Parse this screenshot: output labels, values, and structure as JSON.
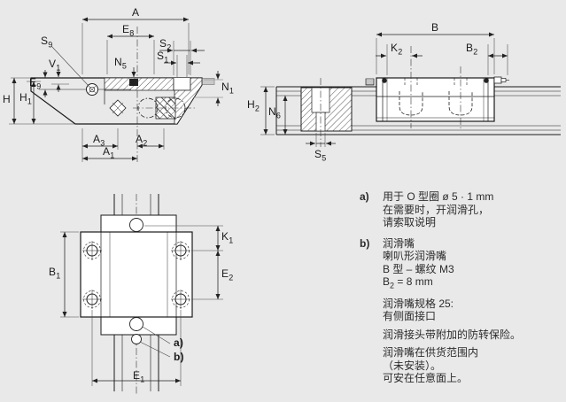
{
  "drawing": {
    "background": "#e9e9e9",
    "line_color": "#222222",
    "part_fill": "#ffffff",
    "seal_strip_fill": "#c9c9c9"
  },
  "dim_labels": {
    "A": {
      "main": "A",
      "sub": ""
    },
    "E8": {
      "main": "E",
      "sub": "8"
    },
    "S2": {
      "main": "S",
      "sub": "2"
    },
    "S1": {
      "main": "S",
      "sub": "1"
    },
    "S9": {
      "main": "S",
      "sub": "9"
    },
    "N5": {
      "main": "N",
      "sub": "5"
    },
    "V1": {
      "main": "V",
      "sub": "1"
    },
    "E9": {
      "main": "E",
      "sub": "9"
    },
    "H1": {
      "main": "H",
      "sub": "1"
    },
    "H": {
      "main": "H",
      "sub": ""
    },
    "N1": {
      "main": "N",
      "sub": "1"
    },
    "A3": {
      "main": "A",
      "sub": "3"
    },
    "A2": {
      "main": "A",
      "sub": "2"
    },
    "A1": {
      "main": "A",
      "sub": "1"
    },
    "B": {
      "main": "B",
      "sub": ""
    },
    "K2": {
      "main": "K",
      "sub": "2"
    },
    "B2": {
      "main": "B",
      "sub": "2"
    },
    "H2": {
      "main": "H",
      "sub": "2"
    },
    "N6": {
      "main": "N",
      "sub": "6"
    },
    "S5": {
      "main": "S",
      "sub": "5"
    },
    "B1": {
      "main": "B",
      "sub": "1"
    },
    "K1": {
      "main": "K",
      "sub": "1"
    },
    "E2": {
      "main": "E",
      "sub": "2"
    },
    "E1": {
      "main": "E",
      "sub": "1"
    },
    "note_a_ref": {
      "main": "a)"
    },
    "note_b_ref": {
      "main": "b)"
    }
  },
  "notes": {
    "a": {
      "marker": "a)",
      "line1": "用于 O 型圈 ø 5 · 1 mm",
      "line2": "在需要时，开润滑孔，",
      "line3": "请索取说明"
    },
    "b": {
      "marker": "b)",
      "line1": "润滑嘴",
      "line2": "喇叭形润滑嘴",
      "line3": "B 型 – 螺纹 M3",
      "b2_main": "B",
      "b2_sub": "2",
      "b2_rest": " = 8 mm",
      "para2_line1": "润滑嘴规格 25:",
      "para2_line2": "有侧面接口",
      "para3": "润滑接头带附加的防转保险。",
      "para4_line1": "润滑嘴在供货范围内",
      "para4_line2": "（未安装）。",
      "para4_line3": "可安在任意面上。"
    }
  }
}
